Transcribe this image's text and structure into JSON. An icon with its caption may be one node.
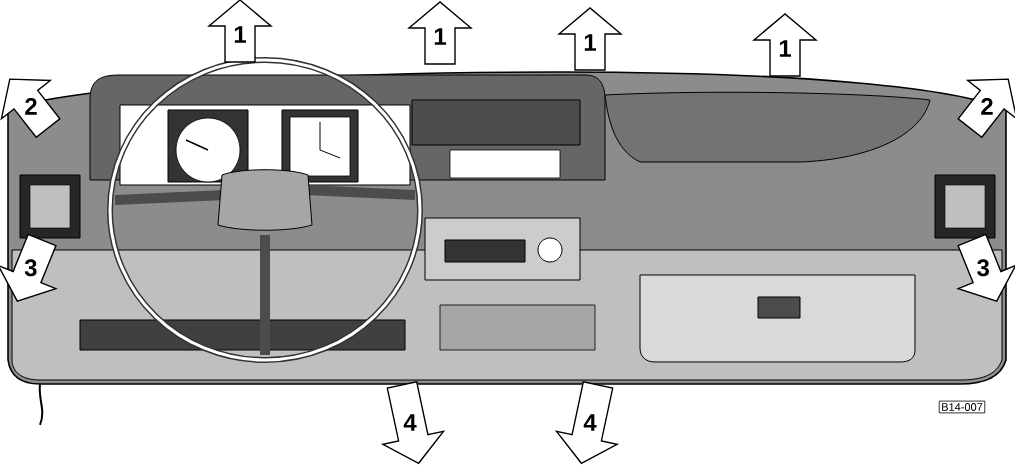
{
  "diagram": {
    "labels": [
      "1",
      "1",
      "1",
      "1",
      "2",
      "2",
      "3",
      "3",
      "B14-007",
      "4",
      "4"
    ]
  }
}
